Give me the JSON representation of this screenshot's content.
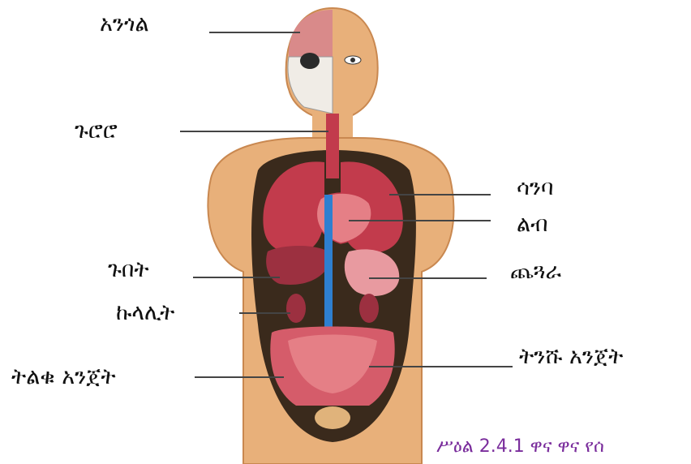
{
  "labels": {
    "brain": "አንጎል",
    "throat": "ጉሮሮ",
    "lung": "ሳንባ",
    "heart": "ልብ",
    "liver": "ጉበት",
    "stomach": "ጨጓራ",
    "kidney": "ኩላሊት",
    "small_intestine": "ትንሹ አንጀት",
    "large_intestine": "ትልቁ አንጀት"
  },
  "caption": "ሥዕል 2.4.1 ዋና ዋና የሰ",
  "colors": {
    "skin": "#e8b07a",
    "skin_shadow": "#c98850",
    "cavity": "#3a2a1c",
    "lung": "#c23b4c",
    "heart": "#e57f86",
    "liver": "#9c3040",
    "stomach": "#e89aa0",
    "intestine": "#d55c6a",
    "artery": "#2e7fd0",
    "caption": "#7a2d9c"
  },
  "icons": [
    "human-body-illustration"
  ]
}
